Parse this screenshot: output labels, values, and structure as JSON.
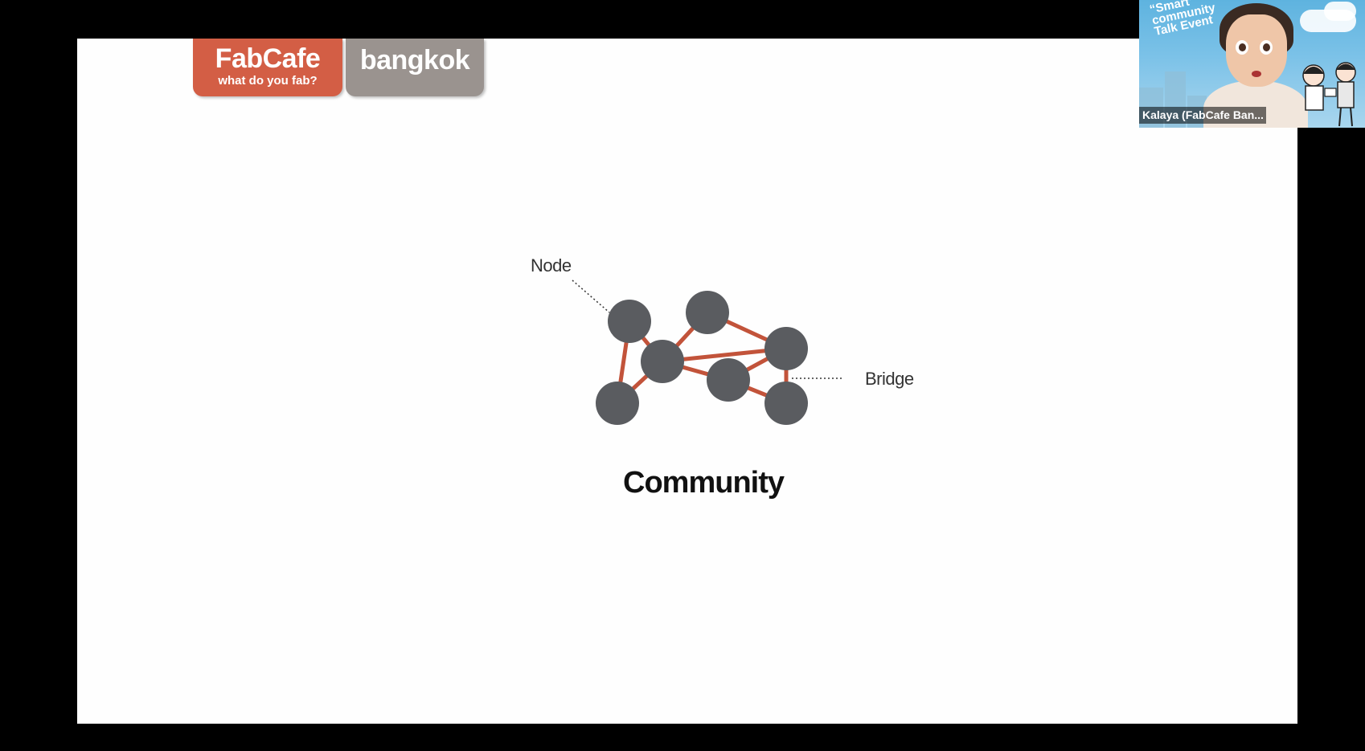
{
  "logo": {
    "brand": "FabCafe",
    "tagline": "what do you fab?",
    "city": "bangkok"
  },
  "diagram": {
    "node_label": "Node",
    "bridge_label": "Bridge",
    "caption": "Community",
    "node_color": "#5a5c60",
    "edge_color": "#c2533a"
  },
  "video_tile": {
    "event_title_lines": [
      "“Smart”",
      "community",
      "Talk Event"
    ],
    "participant_name": "Kalaya (FabCafe Ban..."
  },
  "colors": {
    "fabcafe_orange": "#d35e45",
    "bangkok_gray": "#9a938f",
    "background": "#000000"
  }
}
